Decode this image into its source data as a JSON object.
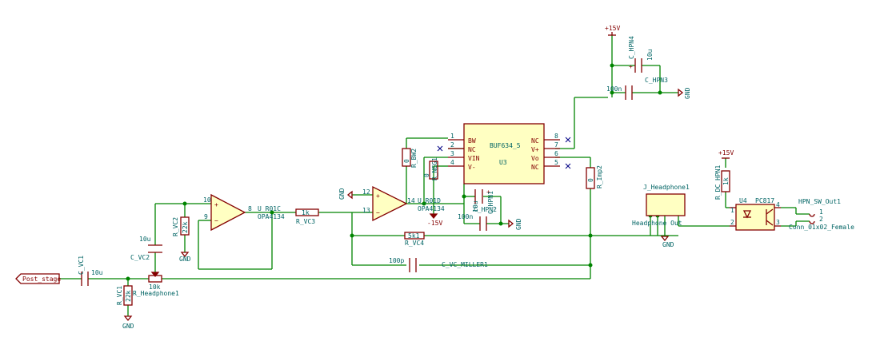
{
  "labels": {
    "post_stage": "Post_stage",
    "c_vc1": "C_VC1",
    "c_vc1_val": "10u",
    "r_vc1": "R_VC1",
    "r_vc1_val": "22k",
    "gnd1": "GND",
    "pot_val": "10k",
    "pot_ref": "R_Headphone1",
    "c_vc2_val": "10u",
    "c_vc2": "C_VC2",
    "r_vc2": "R_VC2",
    "r_vc2_val": "22k",
    "gnd2": "GND",
    "pin10": "10",
    "pin9": "9",
    "pin8": "8",
    "u_r01c": "U_R01C",
    "opa_c": "OPA4134",
    "r_vc3_val": "1k",
    "r_vc3": "R_VC3",
    "gnd3": "GND",
    "pin12": "12",
    "pin13": "13",
    "pin14": "14",
    "u_r01d": "U_R01D",
    "opa_d": "OPA4134",
    "neg15": "-15V",
    "r_bw2": "R_BW2",
    "r_bw2_val": "0",
    "r_neg1": "R_NEG1",
    "r_neg1_val": "0",
    "c_hpn1": "C_HPN1",
    "c_hpn1_val": "10u",
    "c_hpn2": "C_HPN2",
    "c_hpn2_val": "100n",
    "gnd4": "GND",
    "u3_name": "BUF634_5",
    "u3_ref": "U3",
    "bw": "BW",
    "nc1": "NC",
    "vin": "VIN",
    "vneg": "V-",
    "nc2": "NC",
    "vpos": "V+",
    "vo": "Vo",
    "nc3": "NC",
    "p1": "1",
    "p2": "2",
    "p3": "3",
    "p4": "4",
    "p8": "8",
    "p7": "7",
    "p6": "6",
    "p5": "5",
    "pos15a": "+15V",
    "c_hpn4": "C_HPN4",
    "c_hpn4_val": "10u",
    "c_hpn3": "C_HPN3",
    "c_hpn3_val": "100n",
    "gnd5": "GND",
    "r_imp2": "R_Imp2",
    "r_imp2_val": "0",
    "r_vc4_val": "5k1",
    "r_vc4": "R_VC4",
    "c_vc_miller_val": "100p",
    "c_vc_miller": "C_VC_MILLER1",
    "j_headphone": "J_Headphone1",
    "headphone_out": "Headphone Out",
    "gnd6": "GND",
    "pos15b": "+15V",
    "r_dc_hpn1": "R_DC_HPN1",
    "r_dc_hpn1_val": "1k",
    "u4": "U4",
    "pc817": "PC817",
    "u4p1": "1",
    "u4p2": "2",
    "u4p3": "3",
    "u4p4": "4",
    "hpn_sw": "HPN_SW_Out1",
    "conn": "Conn_01x02_Female",
    "cp1": "1",
    "cp2": "2"
  },
  "colors": {
    "wire": "#008400",
    "component": "#840000",
    "text": "#006464",
    "body_fill": "#ffffc2"
  }
}
